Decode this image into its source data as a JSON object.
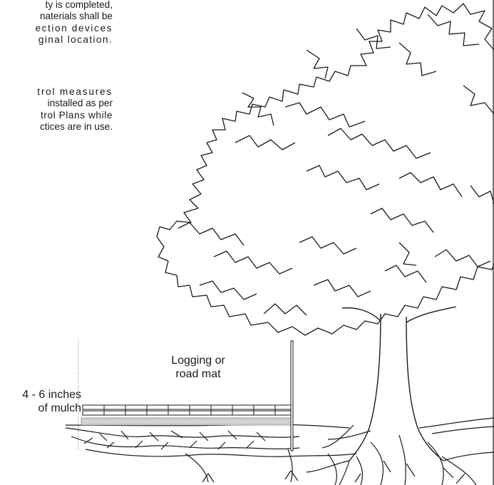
{
  "notes": {
    "paragraph1": [
      "ty is completed,",
      "naterials shall be",
      "ection devices",
      "ginal location."
    ],
    "paragraph2": [
      "trol measures",
      "installed as per",
      "trol Plans while",
      "ctices are in use."
    ]
  },
  "labels": {
    "mat": [
      "Logging or",
      "road mat"
    ],
    "mulch": [
      "4 - 6 inches",
      "of mulch"
    ]
  },
  "colors": {
    "ink": "#1a1a1a",
    "mulch_fill": "#cfcfcf"
  },
  "icons": {
    "tree": "tree-illustration",
    "mat": "road-mat-planks",
    "mulch": "mulch-layer"
  }
}
